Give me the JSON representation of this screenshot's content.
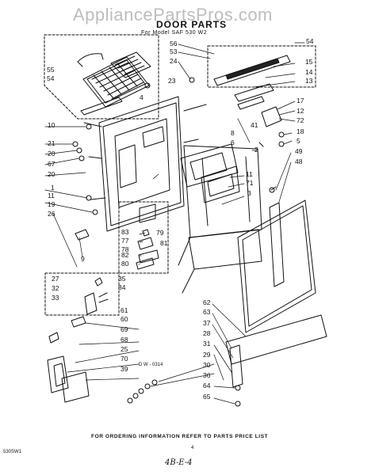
{
  "watermark": "AppliancePartsPros.com",
  "title": "DOOR PARTS",
  "model": "For Model SAF 530 W2",
  "footer": "FOR ORDERING INFORMATION REFER TO PARTS PRICE LIST",
  "page_number": "4",
  "left_code": "530SW1",
  "drawing_code": "D W - 0314",
  "handwritten": "4B-E-4",
  "callouts": {
    "n56": "56",
    "n53": "53",
    "n54a": "54",
    "n55": "55",
    "n54b": "54",
    "n24": "24",
    "n4a": "4",
    "n23": "23",
    "n15": "15",
    "n14": "14",
    "n13": "13",
    "n10": "10",
    "n41": "41",
    "n17": "17",
    "n12": "12",
    "n72": "72",
    "n18": "18",
    "n8": "8",
    "n5": "5",
    "n6": "6",
    "n49": "49",
    "n21": "21",
    "n20a": "20",
    "n2": "2",
    "n67": "67",
    "n20b": "20",
    "n48": "48",
    "n1": "1",
    "n11a": "11",
    "n71": "71",
    "n11b": "11",
    "n3": "3",
    "n19": "19",
    "n26": "26",
    "n83": "83",
    "n77": "77",
    "n79": "79",
    "n78": "78",
    "n81": "81",
    "n9": "9",
    "n82": "82",
    "n80": "80",
    "n27": "27",
    "n35": "35",
    "n32": "32",
    "n34": "34",
    "n33": "33",
    "n61": "61",
    "n60": "60",
    "n62": "62",
    "n69": "69",
    "n63": "63",
    "n68": "68",
    "n37": "37",
    "n25": "25",
    "n28": "28",
    "n70": "70",
    "n31": "31",
    "n39": "39",
    "n29": "29",
    "n30": "30",
    "n36": "36",
    "n64": "64",
    "n65": "65"
  }
}
